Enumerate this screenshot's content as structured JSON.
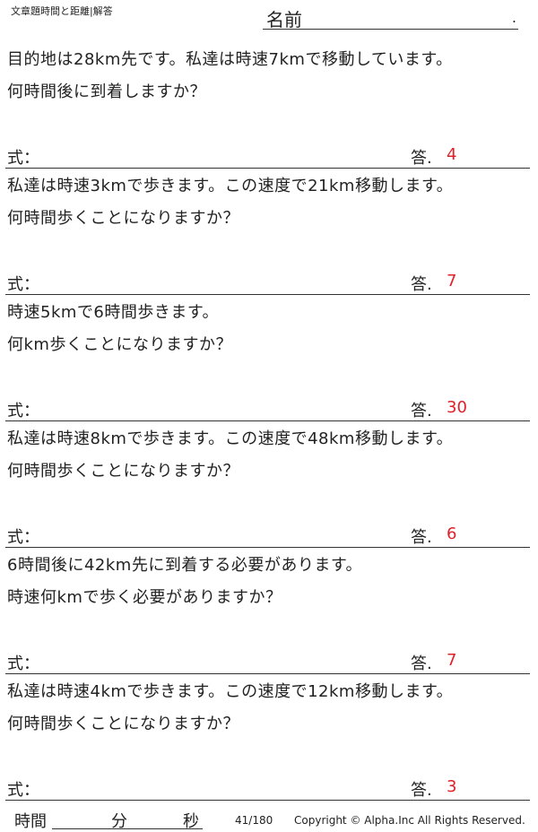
{
  "header": {
    "title": "文章題時間と距離|解答",
    "name_label": "名前",
    "name_dot": "."
  },
  "labels": {
    "formula": "式：",
    "answer": "答."
  },
  "problems": [
    {
      "line1": "目的地は28km先です。私達は時速7kmで移動しています。",
      "line2": "何時間後に到着しますか？",
      "answer": "4"
    },
    {
      "line1": "私達は時速3kmで歩きます。この速度で21km移動します。",
      "line2": "何時間歩くことになりますか？",
      "answer": "7"
    },
    {
      "line1": "時速5kmで6時間歩きます。",
      "line2": "何km歩くことになりますか？",
      "answer": "30"
    },
    {
      "line1": "私達は時速8kmで歩きます。この速度で48km移動します。",
      "line2": "何時間歩くことになりますか？",
      "answer": "6"
    },
    {
      "line1": "6時間後に42km先に到着する必要があります。",
      "line2": "時速何kmで歩く必要がありますか？",
      "answer": "7"
    },
    {
      "line1": "私達は時速4kmで歩きます。この速度で12km移動します。",
      "line2": "何時間歩くことになりますか？",
      "answer": "3"
    }
  ],
  "footer": {
    "time_label": "時間",
    "minutes_label": "分",
    "seconds_label": "秒",
    "page": "41/180",
    "copyright": "Copyright ©  Alpha.Inc All Rights Reserved."
  },
  "colors": {
    "answer": "#e0202a",
    "text": "#222222"
  }
}
